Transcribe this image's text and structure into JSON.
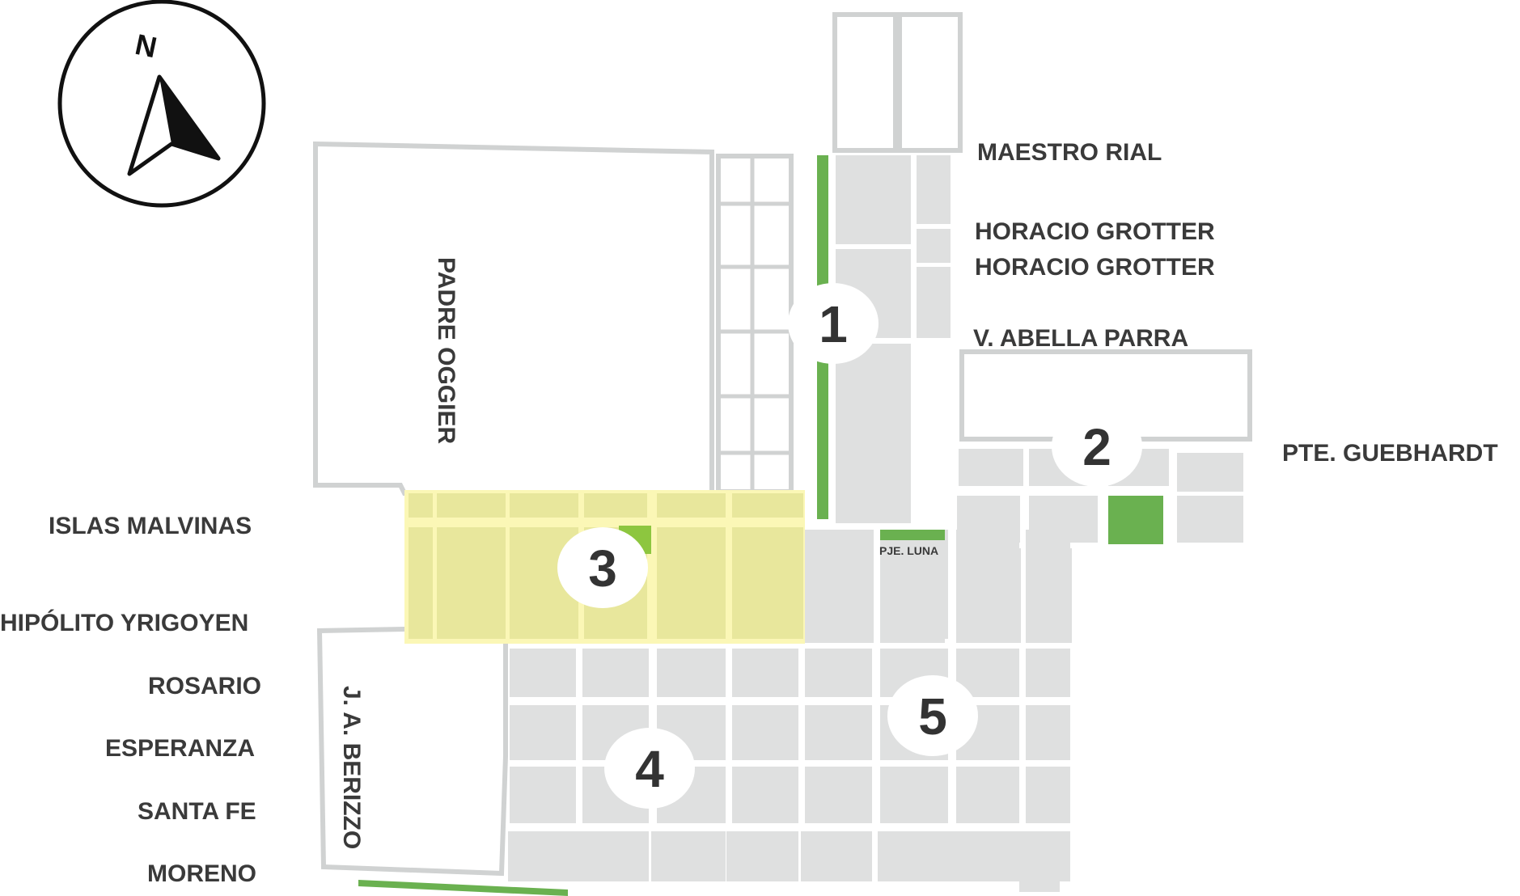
{
  "compass": {
    "north_letter": "N"
  },
  "streets": {
    "maestro_rial": "MAESTRO RIAL",
    "horacio_grotter_1": "HORACIO GROTTER",
    "horacio_grotter_2": "HORACIO GROTTER",
    "abella_parra": "V. ABELLA PARRA",
    "guebhardt": "PTE. GUEBHARDT",
    "padre_oggier": "PADRE OGGIER",
    "islas_malvinas": "ISLAS MALVINAS",
    "hipolito_yrigoyen": "HIPÓLITO YRIGOYEN",
    "rosario": "ROSARIO",
    "esperanza": "ESPERANZA",
    "santa_fe": "SANTA FE",
    "moreno": "MORENO",
    "berizzo": "J. A. BERIZZO",
    "pje_luna": "PJE. LUNA"
  },
  "zones": [
    "1",
    "2",
    "3",
    "4",
    "5"
  ],
  "colors": {
    "block_gray": "#dfe0e0",
    "block_outline": "#d0d2d2",
    "zone3_yellow": "#e8e79c",
    "zone3_street": "#fbf7b6",
    "green": "#6ab150",
    "green_light": "#8dc63f",
    "label": "#3a3a3a"
  }
}
